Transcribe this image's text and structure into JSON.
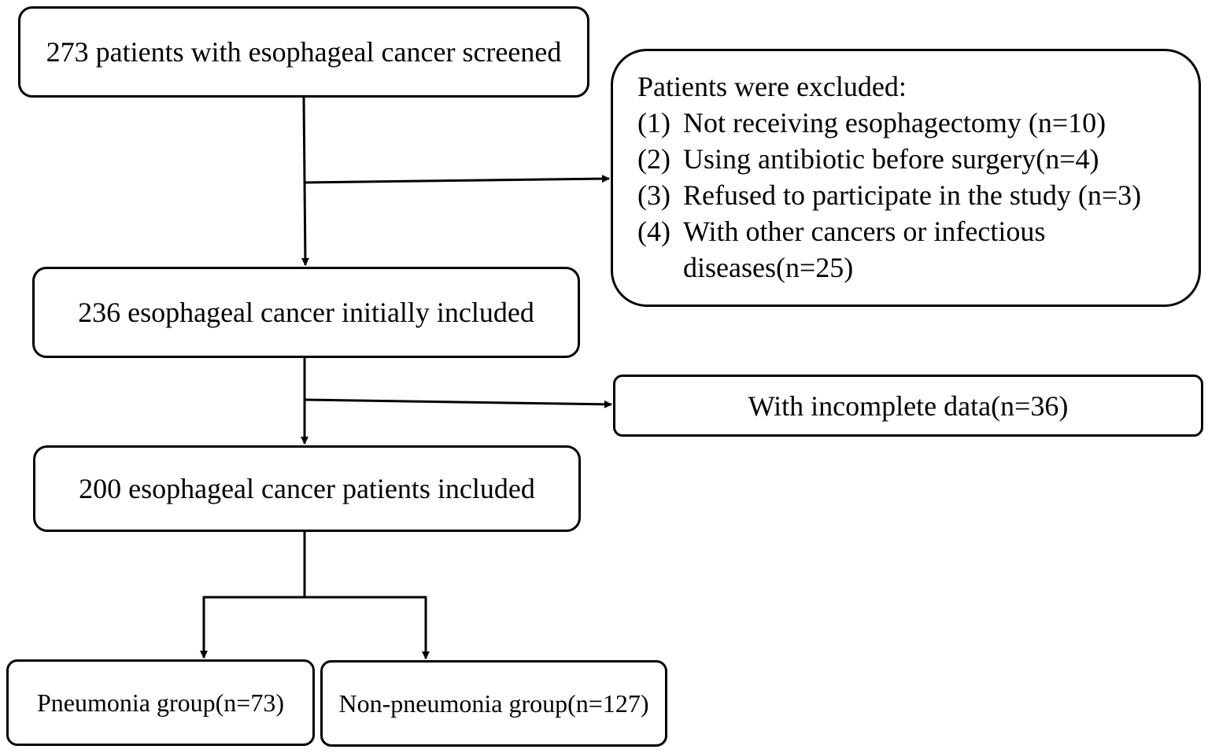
{
  "flowchart": {
    "screened": "273 patients with esophageal cancer screened",
    "exclusion": {
      "title": "Patients were excluded:",
      "items": [
        {
          "num": "(1)",
          "text": "Not receiving esophagectomy (n=10)"
        },
        {
          "num": "(2)",
          "text": "Using antibiotic before surgery(n=4)"
        },
        {
          "num": "(3)",
          "text": "Refused to participate in the study (n=3)"
        },
        {
          "num": "(4)",
          "text": "With other cancers or infectious",
          "continuation": "diseases(n=25)"
        }
      ]
    },
    "initially_included": "236 esophageal cancer initially included",
    "incomplete": "With incomplete data(n=36)",
    "included": "200 esophageal cancer patients included",
    "pneumonia": "Pneumonia group(n=73)",
    "non_pneumonia": "Non-pneumonia group(n=127)"
  },
  "colors": {
    "line": "#000000",
    "box_border": "#000000",
    "background": "#ffffff"
  }
}
